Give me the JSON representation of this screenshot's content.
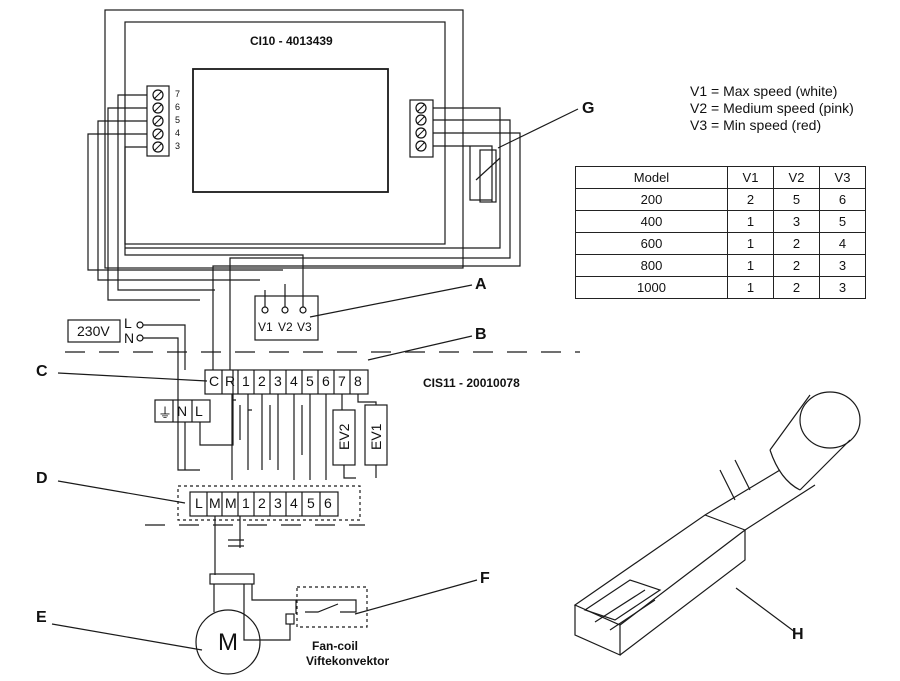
{
  "controller": {
    "title": "CI10 - 4013439",
    "left_terminals": [
      "7",
      "6",
      "5",
      "4",
      "3"
    ]
  },
  "legend": {
    "lines": [
      "V1 = Max speed (white)",
      "V2 = Medium speed (pink)",
      "V3 = Min speed (red)"
    ]
  },
  "speed_table": {
    "headers": [
      "Model",
      "V1",
      "V2",
      "V3"
    ],
    "rows": [
      [
        "200",
        "2",
        "5",
        "6"
      ],
      [
        "400",
        "1",
        "3",
        "5"
      ],
      [
        "600",
        "1",
        "2",
        "4"
      ],
      [
        "800",
        "1",
        "2",
        "3"
      ],
      [
        "1000",
        "1",
        "2",
        "3"
      ]
    ]
  },
  "callouts": {
    "A": "A",
    "B": "B",
    "C": "C",
    "D": "D",
    "E": "E",
    "F": "F",
    "G": "G",
    "H": "H"
  },
  "speed_selector": [
    "V1",
    "V2",
    "V3"
  ],
  "supply": {
    "voltage": "230V",
    "l": "L",
    "n": "N",
    "earth_block": [
      "⏚",
      "N",
      "L"
    ]
  },
  "module": {
    "title": "CIS11 - 20010078",
    "terminals": [
      "C",
      "R",
      "1",
      "2",
      "3",
      "4",
      "5",
      "6",
      "7",
      "8"
    ],
    "valves": [
      "EV2",
      "EV1"
    ]
  },
  "fan_block": {
    "terminals": [
      "L",
      "M",
      "M",
      "1",
      "2",
      "3",
      "4",
      "5",
      "6"
    ]
  },
  "motor": {
    "label": "M",
    "caption_1": "Fan-coil",
    "caption_2": "Viftekonvektor"
  }
}
